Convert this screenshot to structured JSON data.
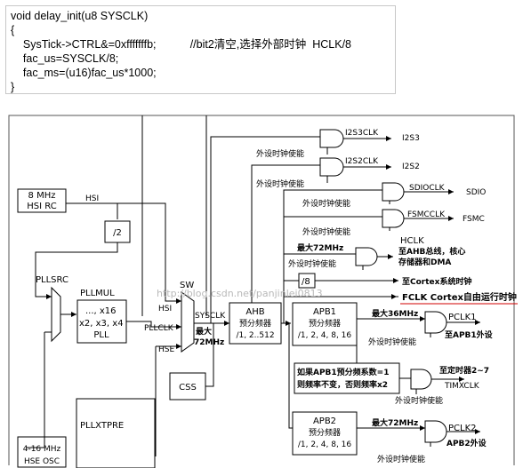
{
  "code": {
    "lines": [
      "void delay_init(u8 SYSCLK)",
      "{",
      "    SysTick->CTRL&=0xfffffffb;           //bit2清空,选择外部时钟  HCLK/8",
      "    fac_us=SYSCLK/8;",
      "    fac_ms=(u16)fac_us*1000;",
      "}"
    ]
  },
  "diagram": {
    "hsi_rc": [
      "8 MHz",
      "HSI RC"
    ],
    "hsi": "HSI",
    "div2": "/2",
    "pllsrc": "PLLSRC",
    "pllmul": "PLLMUL",
    "pll_mult": [
      "..., x16",
      "x2, x3, x4"
    ],
    "pll": "PLL",
    "sw": "SW",
    "hsi_in": "HSI",
    "pllclk": "PLLCLK",
    "hse_in": "HSE",
    "sysclk": "SYSCLK",
    "max72": [
      "最大",
      "72MHz"
    ],
    "ahb": [
      "AHB",
      "预分频器",
      "/1, 2..512"
    ],
    "apb1": [
      "APB1",
      "预分频器",
      "/1, 2, 4, 8, 16"
    ],
    "apb2": [
      "APB2",
      "预分频器",
      "/1, 2, 4, 8, 16"
    ],
    "css": "CSS",
    "i2s3clk": "I2S3CLK",
    "i2s3": "I2S3",
    "i2s2clk": "I2S2CLK",
    "i2s2": "I2S2",
    "sdioclk": "SDIOCLK",
    "sdio": "SDIO",
    "fsmcclk": "FSMCCLK",
    "fsmc": "FSMC",
    "enable": "外设时钟使能",
    "max72mhz": "最大72MHz",
    "hclk": "HCLK",
    "hclk_desc": [
      "至AHB总线，核心",
      "存储器和DMA"
    ],
    "div8": "/8",
    "to_cortex": "至Cortex系统时钟",
    "fclk": "FCLK Cortex自由运行时钟",
    "max36mhz": "最大36MHz",
    "pclk1": "PCLK1",
    "to_apb1": "至APB1外设",
    "apb1_rule": [
      "如果APB1预分频系数=1",
      "则频率不变，否则频率x2"
    ],
    "timer": "至定时器2~7",
    "timxclk": "TIMXCLK",
    "pclk2": "PCLK2",
    "to_apb2": "APB2外设",
    "pllxtpre": "PLLXTPRE",
    "hse_osc": [
      "4-16 MHz",
      "HSE OSC"
    ],
    "watermark": "http://blog.csdn.net/panjinlei0813"
  }
}
